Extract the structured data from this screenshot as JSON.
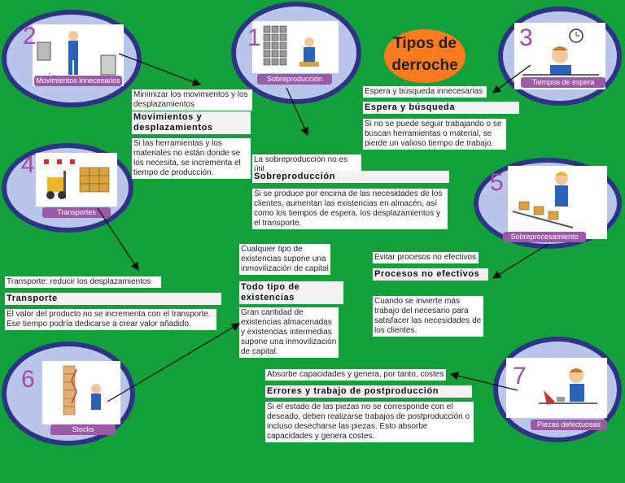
{
  "title": "Tipos de derroche",
  "waste_types": [
    {
      "number": "2",
      "label": "Movimientos innecesarios",
      "icon": "worker-walking-icon"
    },
    {
      "number": "1",
      "label": "Sobreproducción",
      "icon": "stacked-shelves-icon"
    },
    {
      "number": "3",
      "label": "Tiempos de espera",
      "icon": "waiting-clock-icon"
    },
    {
      "number": "4",
      "label": "Transportes",
      "icon": "forklift-icon"
    },
    {
      "number": "5",
      "label": "Sobreprocesamiento",
      "icon": "assembly-line-icon"
    },
    {
      "number": "6",
      "label": "Stocks",
      "icon": "stock-pile-icon"
    },
    {
      "number": "7",
      "label": "Piezas defectuosas",
      "icon": "defective-parts-icon"
    }
  ],
  "notes": {
    "movimientos": {
      "intro": "Minimizar los movimientos y los desplazamientos",
      "heading": "Movimientos y desplazamientos",
      "body": "Si las herramientas y los materiales no están donde se los necesita, se incrementa el tiempo de producción."
    },
    "espera": {
      "intro": "Espera y búsqueda innecesarias",
      "heading": "Espera y búsqueda",
      "body": "Si no se puede seguir trabajando o se buscan herramientas o material, se pierde un valioso tiempo de trabajo."
    },
    "sobreproduccion": {
      "intro": "La sobreproducción no es útil",
      "heading": "Sobreproducción",
      "body": "Si se produce por encima de las necesidades de los clientes, aumentan las existencias en almacén, así como los tiempos de espera, los desplazamientos y el transporte."
    },
    "existencias": {
      "intro": "Cualquier tipo de existencias supone una inmovilización de capital",
      "heading": "Todo tipo de existencias",
      "body": "Gran cantidad de existencias almacenadas y existencias intermedias supone una inmovilización de capital."
    },
    "procesos": {
      "intro": "Evitar procesos no efectivos",
      "heading": "Procesos no efectivos",
      "body": "Cuando se invierte más trabajo del necesario para satisfacer las necesidades de los clientes."
    },
    "transporte": {
      "intro": "Transporte: reducir los desplazamientos",
      "heading": "Transporte",
      "body": "El valor del producto no se incrementa con el transporte. Ese tiempo podría dedicarse a crear valor añadido."
    },
    "errores": {
      "intro": "Absorbe capacidades y genera, por tanto, costes",
      "heading": "Errores y trabajo de postproducción",
      "body": "Si el estado de las piezas no se corresponde con el deseado, deben realizarse trabajos de postproducción o incluso desecharse las piezas. Esto absorbe capacidades y genera costes."
    }
  },
  "colors": {
    "background": "#12a13a",
    "oval_fill": "#b9c6e9",
    "oval_border": "#2d3486",
    "number": "#a34ba3",
    "label_bg": "#9b5aa5",
    "title_oval": "#ff7a1c"
  }
}
